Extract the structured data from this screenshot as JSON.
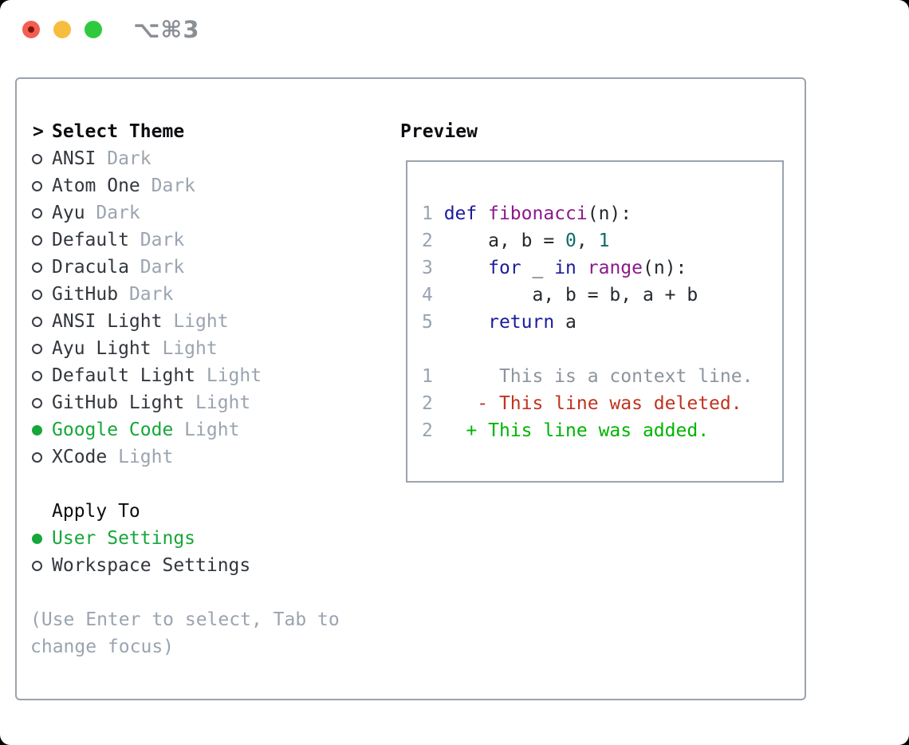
{
  "window": {
    "shortcut": "⌥⌘3",
    "traffic_lights": [
      {
        "name": "close-button",
        "key": "traffic_red"
      },
      {
        "name": "minimize-button",
        "key": "traffic_yellow"
      },
      {
        "name": "zoom-button",
        "key": "traffic_green"
      }
    ]
  },
  "theme_list": {
    "header": {
      "marker": ">",
      "label": "Select Theme"
    },
    "items": [
      {
        "name": "ANSI",
        "tag": "Dark",
        "selected": false
      },
      {
        "name": "Atom One",
        "tag": "Dark",
        "selected": false
      },
      {
        "name": "Ayu",
        "tag": "Dark",
        "selected": false
      },
      {
        "name": "Default",
        "tag": "Dark",
        "selected": false
      },
      {
        "name": "Dracula",
        "tag": "Dark",
        "selected": false
      },
      {
        "name": "GitHub",
        "tag": "Dark",
        "selected": false
      },
      {
        "name": "ANSI Light",
        "tag": "Light",
        "selected": false
      },
      {
        "name": "Ayu Light",
        "tag": "Light",
        "selected": false
      },
      {
        "name": "Default Light",
        "tag": "Light",
        "selected": false
      },
      {
        "name": "GitHub Light",
        "tag": "Light",
        "selected": false
      },
      {
        "name": "Google Code",
        "tag": "Light",
        "selected": true
      },
      {
        "name": "XCode",
        "tag": "Light",
        "selected": false
      }
    ]
  },
  "apply_to": {
    "header": "Apply To",
    "options": [
      {
        "name": "User Settings",
        "selected": true
      },
      {
        "name": "Workspace Settings",
        "selected": false
      }
    ]
  },
  "hint": {
    "line1": "(Use Enter to select, Tab to",
    "line2": "change focus)"
  },
  "preview": {
    "title": "Preview",
    "code_lines": [
      {
        "no": "1",
        "tokens": [
          [
            "def",
            "keyword"
          ],
          [
            " ",
            "plain"
          ],
          [
            "fibonacci",
            "function"
          ],
          [
            "(n):",
            "plain"
          ]
        ]
      },
      {
        "no": "2",
        "tokens": [
          [
            "    a, b = ",
            "plain"
          ],
          [
            "0",
            "number"
          ],
          [
            ", ",
            "plain"
          ],
          [
            "1",
            "number"
          ]
        ]
      },
      {
        "no": "3",
        "tokens": [
          [
            "    ",
            "plain"
          ],
          [
            "for",
            "keyword"
          ],
          [
            " _ ",
            "plain"
          ],
          [
            "in",
            "keyword"
          ],
          [
            " ",
            "plain"
          ],
          [
            "range",
            "function"
          ],
          [
            "(n):",
            "plain"
          ]
        ]
      },
      {
        "no": "4",
        "tokens": [
          [
            "        a, b = b, a + b",
            "plain"
          ]
        ]
      },
      {
        "no": "5",
        "tokens": [
          [
            "    ",
            "plain"
          ],
          [
            "return",
            "keyword"
          ],
          [
            " a",
            "plain"
          ]
        ]
      },
      {
        "no": "",
        "tokens": []
      },
      {
        "no": "1",
        "tokens": [
          [
            "     This is a context line.",
            "context"
          ]
        ]
      },
      {
        "no": "2",
        "tokens": [
          [
            "   - This line was deleted.",
            "deleted"
          ]
        ]
      },
      {
        "no": "2",
        "tokens": [
          [
            "  + This line was added.",
            "added"
          ]
        ]
      }
    ]
  },
  "colors": {
    "traffic_red": "#f25f52",
    "traffic_red_dot": "#7e150c",
    "traffic_yellow": "#f6bd3f",
    "traffic_green": "#2fc93f",
    "shortcut_gray": "#8a8f96",
    "panel_border": "#9ba3ac",
    "header_black": "#0b0d10",
    "item_text": "#32373e",
    "tag_gray": "#9aa4b0",
    "hint_gray": "#9aa4b0",
    "selected_green": "#16a73a",
    "radio_ring": "#383d45",
    "line_number": "#98a3b2",
    "keyword": "#1b1b9e",
    "function": "#8c198c",
    "number": "#0e6b6b",
    "plain": "#24292e",
    "context": "#8d949d",
    "deleted": "#c0331f",
    "added": "#00b400"
  }
}
